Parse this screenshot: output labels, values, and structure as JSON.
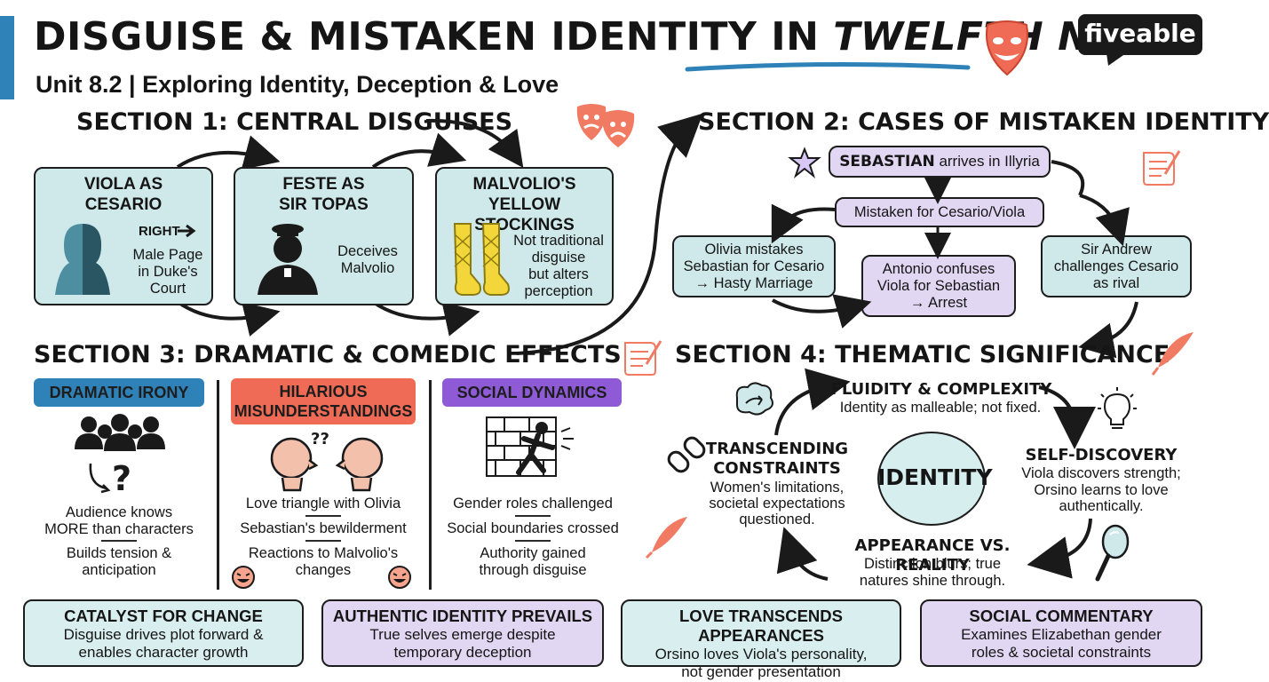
{
  "header": {
    "title_main": "DISGUISE & MISTAKEN IDENTITY IN ",
    "title_emph": "TWELFTH NIGHT",
    "subtitle": "Unit 8.2 | Exploring Identity, Deception & Love",
    "brand": "fiveable"
  },
  "section1": {
    "title": "SECTION 1: CENTRAL DISGUISES",
    "cards": [
      {
        "title": "VIOLA AS\nCESARIO",
        "right_label": "RIGHT",
        "text": "Male Page\nin Duke's\nCourt"
      },
      {
        "title": "FESTE AS\nSIR TOPAS",
        "text": "Deceives\nMalvolio"
      },
      {
        "title": "MALVOLIO'S\nYELLOW STOCKINGS",
        "text": "Not traditional\ndisguise\nbut alters\nperception"
      }
    ]
  },
  "section2": {
    "title": "SECTION 2: CASES OF MISTAKEN IDENTITY",
    "top_bold": "SEBASTIAN",
    "top_rest": " arrives in Illyria",
    "middle": "Mistaken for Cesario/Viola",
    "left": "Olivia mistakes\nSebastian for Cesario\n→ Hasty Marriage",
    "center": "Antonio confuses\nViola for Sebastian\n→ Arrest",
    "right": "Sir Andrew\nchallenges Cesario\nas rival"
  },
  "section3": {
    "title": "SECTION 3: DRAMATIC & COMEDIC EFFECTS",
    "columns": [
      {
        "tag": "DRAMATIC IRONY",
        "lines": [
          "Audience knows\nMORE than characters",
          "Builds tension &\nanticipation"
        ]
      },
      {
        "tag": "HILARIOUS\nMISUNDERSTANDINGS",
        "lines": [
          "Love triangle with Olivia",
          "Sebastian's bewilderment",
          "Reactions to Malvolio's\nchanges"
        ]
      },
      {
        "tag": "SOCIAL DYNAMICS",
        "lines": [
          "Gender roles challenged",
          "Social boundaries crossed",
          "Authority gained\nthrough disguise"
        ]
      }
    ]
  },
  "section4": {
    "title": "SECTION 4: THEMATIC SIGNIFICANCE",
    "center": "IDENTITY",
    "nodes": [
      {
        "title": "FLUIDITY & COMPLEXITY",
        "text": "Identity as malleable; not fixed."
      },
      {
        "title": "SELF-DISCOVERY",
        "text": "Viola discovers strength;\nOrsino learns to love\nauthentically."
      },
      {
        "title": "APPEARANCE VS. REALITY",
        "text": "Distinction blurs; true\nnatures shine through."
      },
      {
        "title": "TRANSCENDING\nCONSTRAINTS",
        "text": "Women's limitations,\nsocietal expectations\nquestioned."
      }
    ]
  },
  "bottom": [
    {
      "title": "CATALYST FOR CHANGE",
      "text": "Disguise drives plot forward &\nenables character growth"
    },
    {
      "title": "AUTHENTIC IDENTITY PREVAILS",
      "text": "True selves emerge despite\ntemporary deception"
    },
    {
      "title": "LOVE TRANSCENDS APPEARANCES",
      "text": "Orsino loves Viola's personality,\nnot gender presentation"
    },
    {
      "title": "SOCIAL COMMENTARY",
      "text": "Examines Elizabethan gender\nroles & societal constraints"
    }
  ],
  "colors": {
    "accent_blue": "#2f82b8",
    "teal": "#cfe9ea",
    "lavender": "#e2d7f3",
    "coral": "#f06b55",
    "purple": "#8e5ad6",
    "sock_yellow": "#f2d63a"
  },
  "icons": [
    "theatre-masks-icon",
    "woman-silhouette-icon",
    "priest-icon",
    "stockings-icon",
    "star-icon",
    "scroll-icon",
    "quill-icon",
    "crowd-icon",
    "question-icon",
    "faces-icon",
    "laughing-emoji-icon",
    "wall-breaker-icon",
    "chain-icon",
    "lightbulb-icon",
    "mirror-icon",
    "splash-icon"
  ]
}
